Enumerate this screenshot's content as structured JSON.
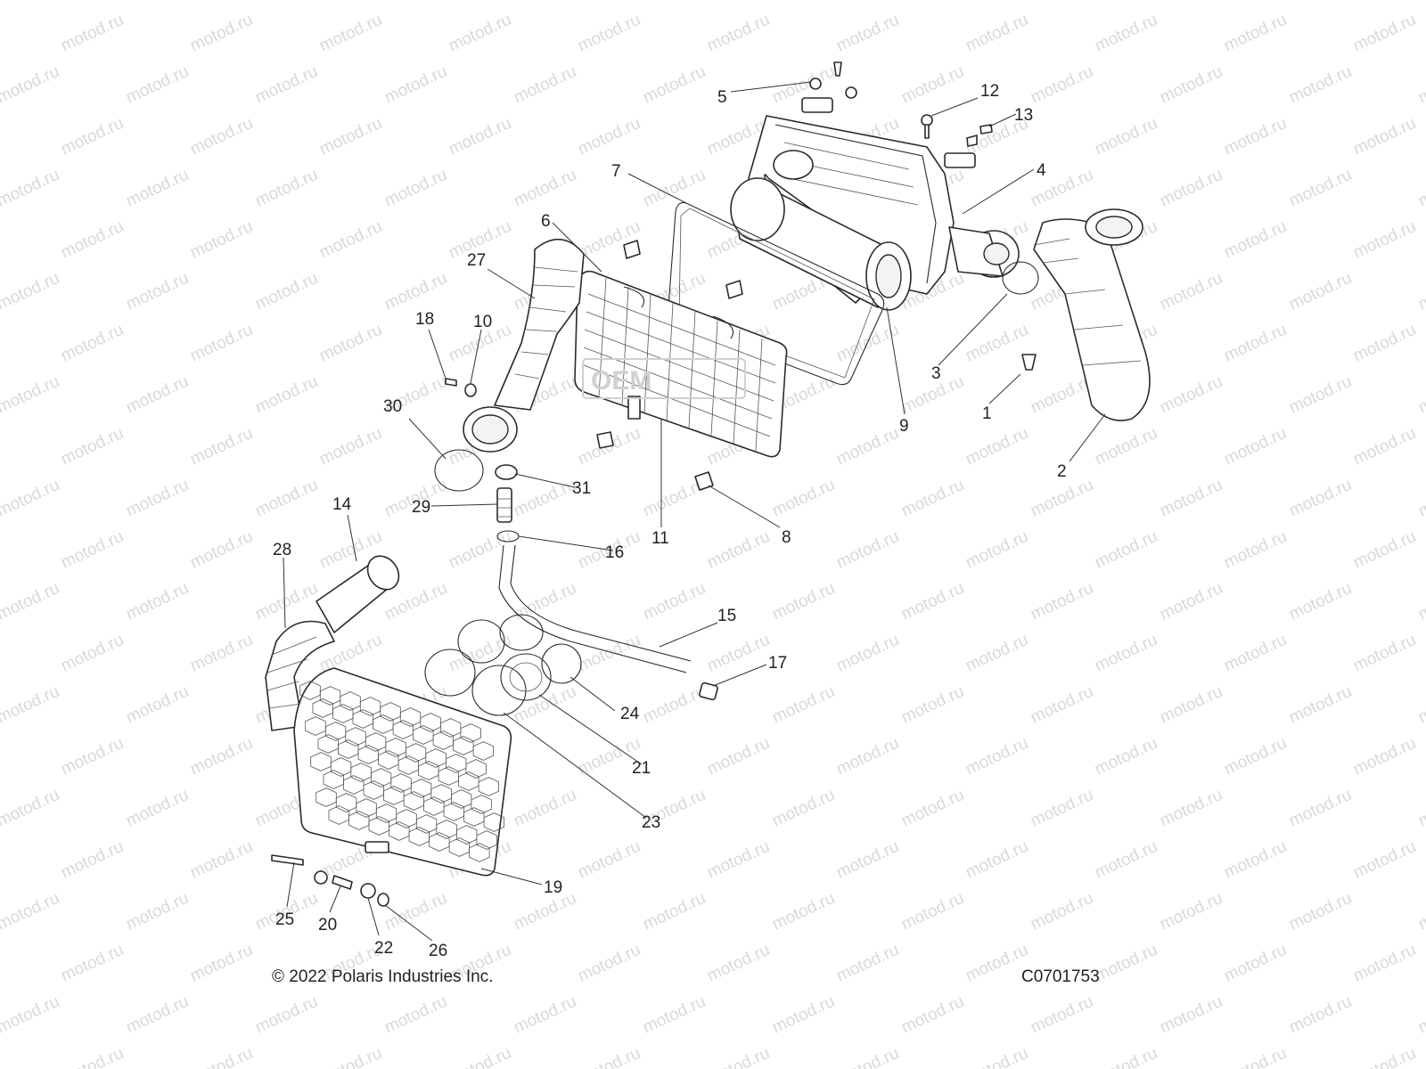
{
  "copyright": "© 2022 Polaris Industries Inc.",
  "drawing_code": "C0701753",
  "watermark": {
    "text": "motod.ru"
  },
  "oem_badge": {
    "text": "OEM"
  },
  "callouts": [
    {
      "id": "1",
      "label": "1"
    },
    {
      "id": "2",
      "label": "2"
    },
    {
      "id": "3",
      "label": "3"
    },
    {
      "id": "4",
      "label": "4"
    },
    {
      "id": "5",
      "label": "5"
    },
    {
      "id": "6",
      "label": "6"
    },
    {
      "id": "7",
      "label": "7"
    },
    {
      "id": "8",
      "label": "8"
    },
    {
      "id": "9",
      "label": "9"
    },
    {
      "id": "10",
      "label": "10"
    },
    {
      "id": "11",
      "label": "11"
    },
    {
      "id": "12",
      "label": "12"
    },
    {
      "id": "13",
      "label": "13"
    },
    {
      "id": "14",
      "label": "14"
    },
    {
      "id": "15",
      "label": "15"
    },
    {
      "id": "16",
      "label": "16"
    },
    {
      "id": "17",
      "label": "17"
    },
    {
      "id": "18",
      "label": "18"
    },
    {
      "id": "19",
      "label": "19"
    },
    {
      "id": "20",
      "label": "20"
    },
    {
      "id": "21",
      "label": "21"
    },
    {
      "id": "22",
      "label": "22"
    },
    {
      "id": "23",
      "label": "23"
    },
    {
      "id": "24",
      "label": "24"
    },
    {
      "id": "25",
      "label": "25"
    },
    {
      "id": "26",
      "label": "26"
    },
    {
      "id": "27",
      "label": "27"
    },
    {
      "id": "28",
      "label": "28"
    },
    {
      "id": "29",
      "label": "29"
    },
    {
      "id": "30",
      "label": "30"
    },
    {
      "id": "31",
      "label": "31"
    }
  ]
}
